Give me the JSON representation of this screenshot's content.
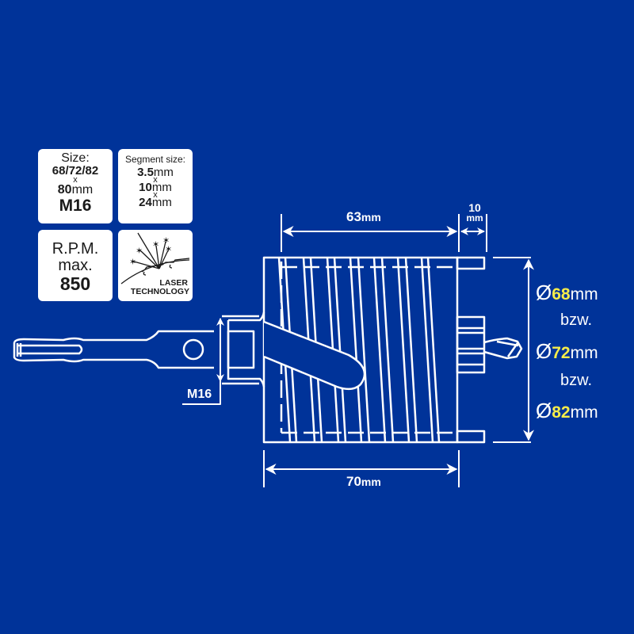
{
  "colors": {
    "background": "#003399",
    "line": "#ffffff",
    "highlight": "#f5ec4a",
    "badge_bg": "#ffffff",
    "badge_text": "#1a1a1a"
  },
  "badges": {
    "size": {
      "title": "Size:",
      "diameters": "68/72/82",
      "times": "x",
      "length_value": "80",
      "length_unit": "mm",
      "thread": "M16"
    },
    "segment": {
      "title": "Segment size:",
      "rows": [
        {
          "value": "3.5",
          "unit": "mm"
        },
        {
          "value": "10",
          "unit": "mm"
        },
        {
          "value": "24",
          "unit": "mm"
        }
      ],
      "times": "x"
    },
    "rpm": {
      "line1": "R.P.M.",
      "line2": "max.",
      "line3": "850"
    },
    "laser": {
      "line1": "LASER",
      "line2": "TECHNOLOGY",
      "icon": "laser-welding-icon"
    }
  },
  "dimensions": {
    "segment_length": {
      "value": "63",
      "unit": "mm"
    },
    "tooth_gap": {
      "value": "10",
      "unit": "mm"
    },
    "body_length": {
      "value": "70",
      "unit": "mm"
    },
    "thread": "M16",
    "diameters": [
      {
        "symbol": "Ø",
        "value": "68",
        "unit": "mm"
      },
      {
        "symbol": "Ø",
        "value": "72",
        "unit": "mm"
      },
      {
        "symbol": "Ø",
        "value": "82",
        "unit": "mm"
      }
    ],
    "separator": "bzw."
  }
}
